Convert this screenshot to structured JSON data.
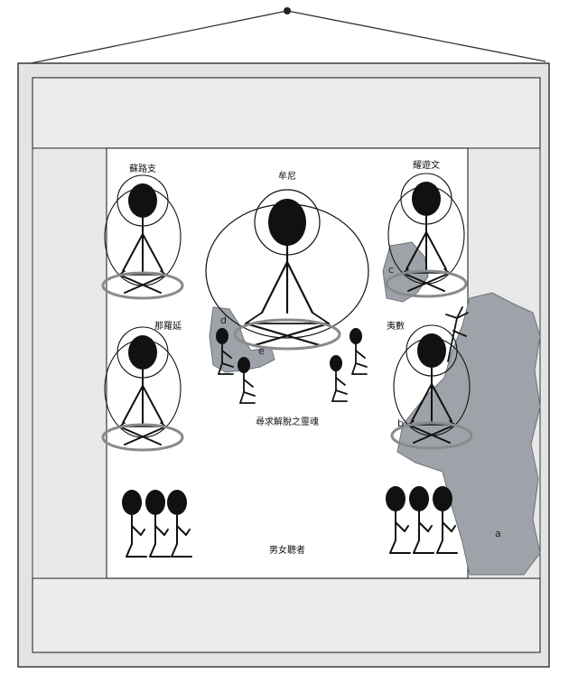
{
  "labels": {
    "top_left_monk": "蘇路支",
    "center_buddha": "牟尼",
    "top_right_monk": "耀遊文",
    "mid_left_monk": "那羅延",
    "mid_right_monk": "夷數",
    "seeking_souls": "尋求解脫之靈魂",
    "audience": "男女聽者"
  },
  "region_letters": {
    "a": "a",
    "b": "b",
    "c": "c",
    "d": "d",
    "e": "e"
  },
  "colors": {
    "frame_outer": "#e4e4e4",
    "frame_band": "#ececec",
    "frame_stroke": "#3a3a3a",
    "panel": "#ffffff",
    "ink": "#111111",
    "aura_ring": "#8a8a8a",
    "residue": "#9ea3aa"
  }
}
